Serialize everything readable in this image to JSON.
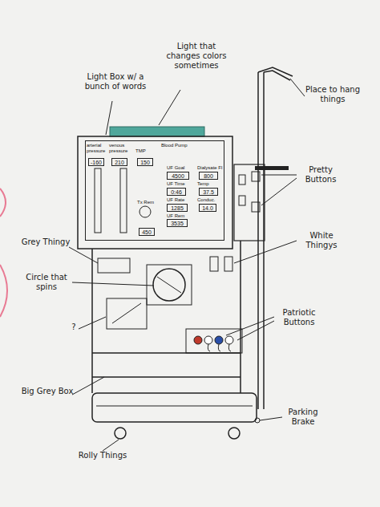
{
  "diagram": {
    "nodes": [
      {
        "text": [
          "arterial pressure",
          "venous pressure",
          "TMP",
          "Blood Pump",
          "UF Goal",
          "Dialysate Fl",
          "UF Time",
          "Temp",
          "UF Rate",
          "Conduc.",
          "UF Rem",
          "Tx Rem"
        ]
      },
      {
        "text": [
          "-160"
        ],
        "in": 0
      },
      {
        "text": [
          "210"
        ],
        "in": 0
      },
      {
        "text": [
          "150"
        ],
        "in": 0
      },
      {
        "text": [
          "4500"
        ],
        "in": 0
      },
      {
        "text": [
          "800"
        ],
        "in": 0
      },
      {
        "text": [
          "0:46"
        ],
        "in": 0
      },
      {
        "text": [
          "37.5"
        ],
        "in": 0
      },
      {
        "text": [
          "1285"
        ],
        "in": 0
      },
      {
        "text": [
          "14.0"
        ],
        "in": 0
      },
      {
        "text": [
          "3535"
        ],
        "in": 0
      },
      {
        "text": [
          "450"
        ],
        "in": 0
      }
    ],
    "labels": [
      "Light Box w/ a bunch of words",
      "Light that changes colors sometimes",
      "Place to hang things",
      "Pretty Buttons",
      "White Thingys",
      "Patriotic Buttons",
      "Grey Thingy",
      "Circle that spins",
      "?",
      "Big Grey Box",
      "Parking Brake",
      "Rolly Things"
    ]
  }
}
